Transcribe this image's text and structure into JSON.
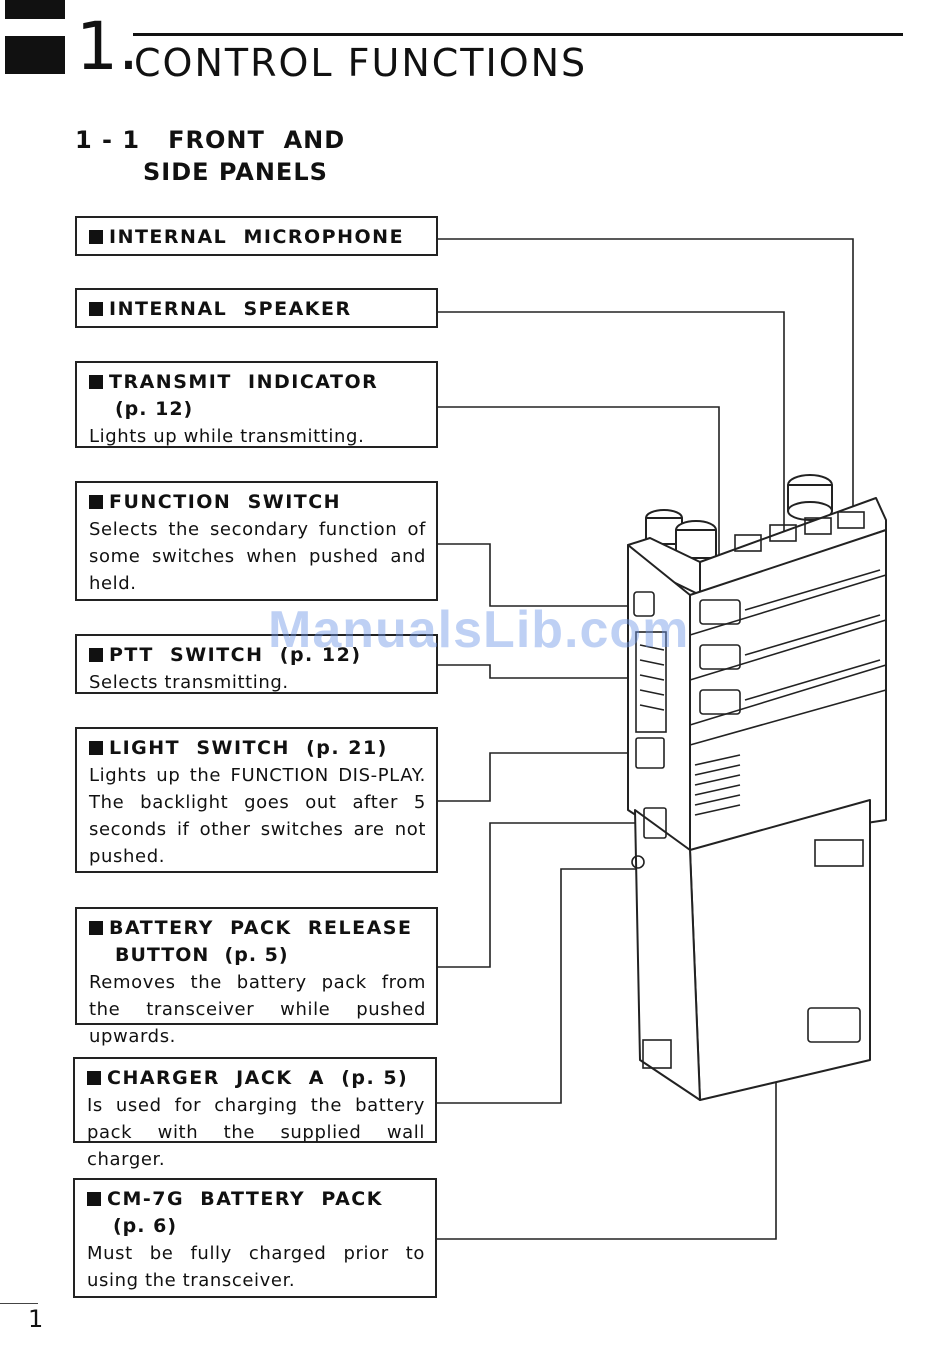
{
  "header": {
    "chapter_number": "1.",
    "chapter_title": "CONTROL FUNCTIONS",
    "section_line1": "1 - 1   FRONT  AND",
    "section_line2": "SIDE  PANELS"
  },
  "callouts": [
    {
      "title": "INTERNAL  MICROPHONE"
    },
    {
      "title": "INTERNAL  SPEAKER"
    },
    {
      "title": "TRANSMIT  INDICATOR",
      "ref": "(p. 12)",
      "desc": "Lights up while transmitting."
    },
    {
      "title": "FUNCTION  SWITCH",
      "desc": "Selects the secondary function of some switches when pushed and held."
    },
    {
      "title": "PTT  SWITCH  (p. 12)",
      "desc": "Selects transmitting."
    },
    {
      "title": "LIGHT  SWITCH  (p. 21)",
      "desc": "Lights up the FUNCTION DIS-PLAY.  The backlight goes out after 5 seconds if other switches are not pushed."
    },
    {
      "title": "BATTERY  PACK  RELEASE",
      "ref": "BUTTON  (p. 5)",
      "desc": "Removes the battery pack from the transceiver while pushed upwards."
    },
    {
      "title": "CHARGER  JACK  A  (p. 5)",
      "desc": "Is used for charging the battery pack with the supplied wall charger."
    },
    {
      "title": "CM-7G  BATTERY  PACK",
      "ref": "(p. 6)",
      "desc": "Must be fully charged prior to using the transceiver."
    }
  ],
  "watermark": "ManualsLib.com",
  "page_number": "1"
}
